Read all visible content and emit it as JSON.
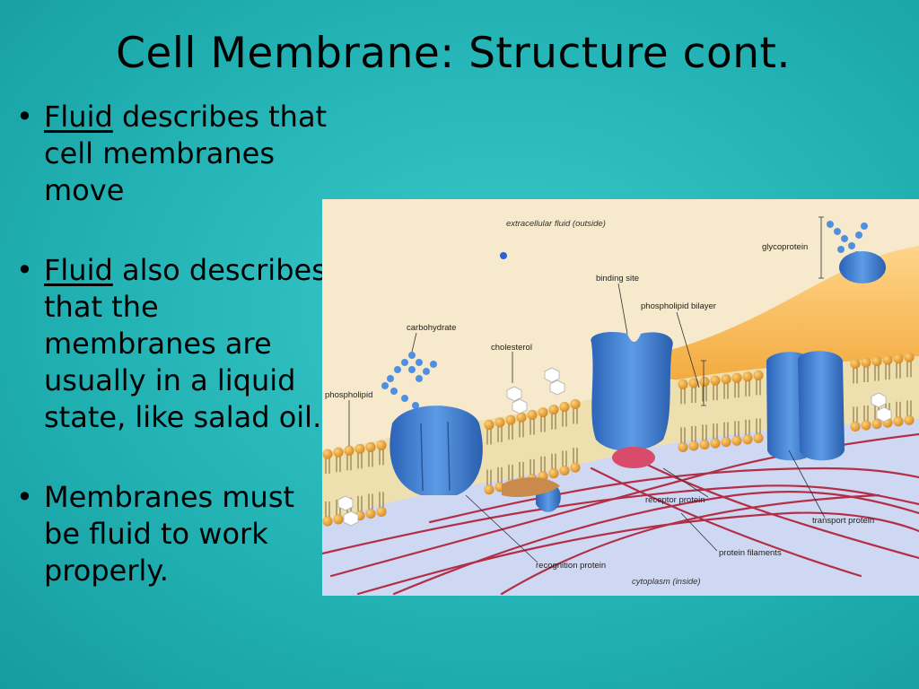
{
  "slide": {
    "title": "Cell Membrane: Structure cont.",
    "bullets": [
      {
        "bullet": "•",
        "term": "Fluid",
        "rest": " describes that cell membranes move"
      },
      {
        "bullet": "•",
        "term": "Fluid",
        "rest": " also describes that the membranes are usually in a liquid state, like salad oil."
      },
      {
        "bullet": "•",
        "term": "",
        "rest": "Membranes must be fluid to work properly."
      }
    ]
  },
  "diagram": {
    "labels": {
      "extracellular": "extracellular fluid (outside)",
      "glycoprotein": "glycoprotein",
      "binding_site": "binding site",
      "phospholipid_bilayer": "phospholipid bilayer",
      "carbohydrate": "carbohydrate",
      "cholesterol": "cholesterol",
      "phospholipid": "phospholipid",
      "receptor_protein": "receptor protein",
      "transport_protein": "transport protein",
      "protein_filaments": "protein filaments",
      "recognition_protein": "recognition protein",
      "cytoplasm": "cytoplasm (inside)"
    },
    "colors": {
      "background": "#f6e9cc",
      "head": "#e8a23a",
      "protein": "#3f7ed1",
      "filament": "#b22f47",
      "cytoplasm": "#cfd8f3"
    }
  }
}
